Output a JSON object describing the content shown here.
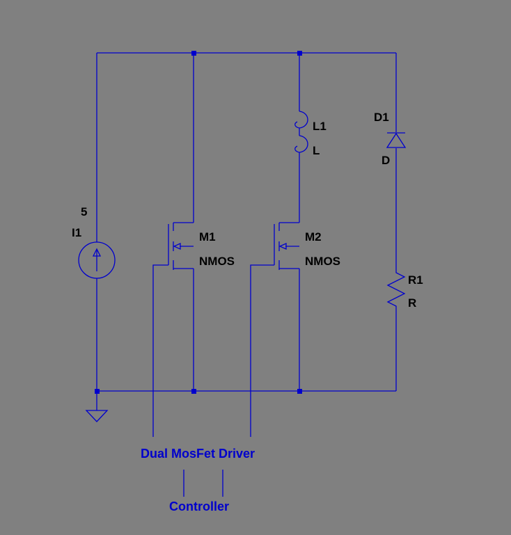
{
  "source": {
    "value": "5",
    "name": "I1"
  },
  "mosfet1": {
    "name": "M1",
    "type": "NMOS"
  },
  "mosfet2": {
    "name": "M2",
    "type": "NMOS"
  },
  "inductor": {
    "name": "L1",
    "value": "L"
  },
  "diode": {
    "name": "D1",
    "value": "D"
  },
  "resistor": {
    "name": "R1",
    "value": "R"
  },
  "driver": {
    "label": "Dual MosFet Driver"
  },
  "controller": {
    "label": "Controller"
  },
  "colors": {
    "wire": "#0000cc",
    "background": "#808080",
    "label": "#000000"
  }
}
